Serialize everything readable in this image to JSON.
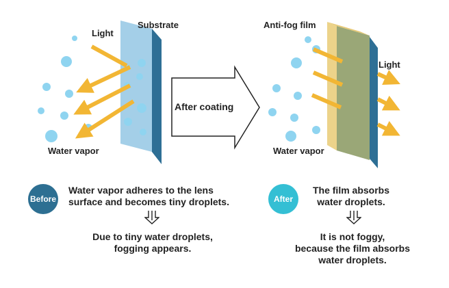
{
  "colors": {
    "droplet": "#8fd4f0",
    "substrate_face": "#9ccbe6",
    "substrate_edge": "#2e6f95",
    "film_face": "#9aa777",
    "film_edge": "#ecd38a",
    "arrow": "#f2b634",
    "before_badge": "#2d6f92",
    "after_badge": "#34bfd4"
  },
  "before": {
    "substrate_label": "Substrate",
    "light_label": "Light",
    "vapor_label": "Water vapor",
    "badge": "Before",
    "description_line1": "Water vapor adheres to the lens",
    "description_line2": "surface and becomes tiny droplets.",
    "result_line1": "Due to tiny water droplets,",
    "result_line2": "fogging appears."
  },
  "transition": {
    "label": "After coating"
  },
  "after": {
    "film_label": "Anti-fog film",
    "light_label": "Light",
    "vapor_label": "Water vapor",
    "badge": "After",
    "description_line1": "The film absorbs",
    "description_line2": "water droplets.",
    "result_line1": "It is not foggy,",
    "result_line2": "because the film absorbs",
    "result_line3": "water droplets."
  }
}
